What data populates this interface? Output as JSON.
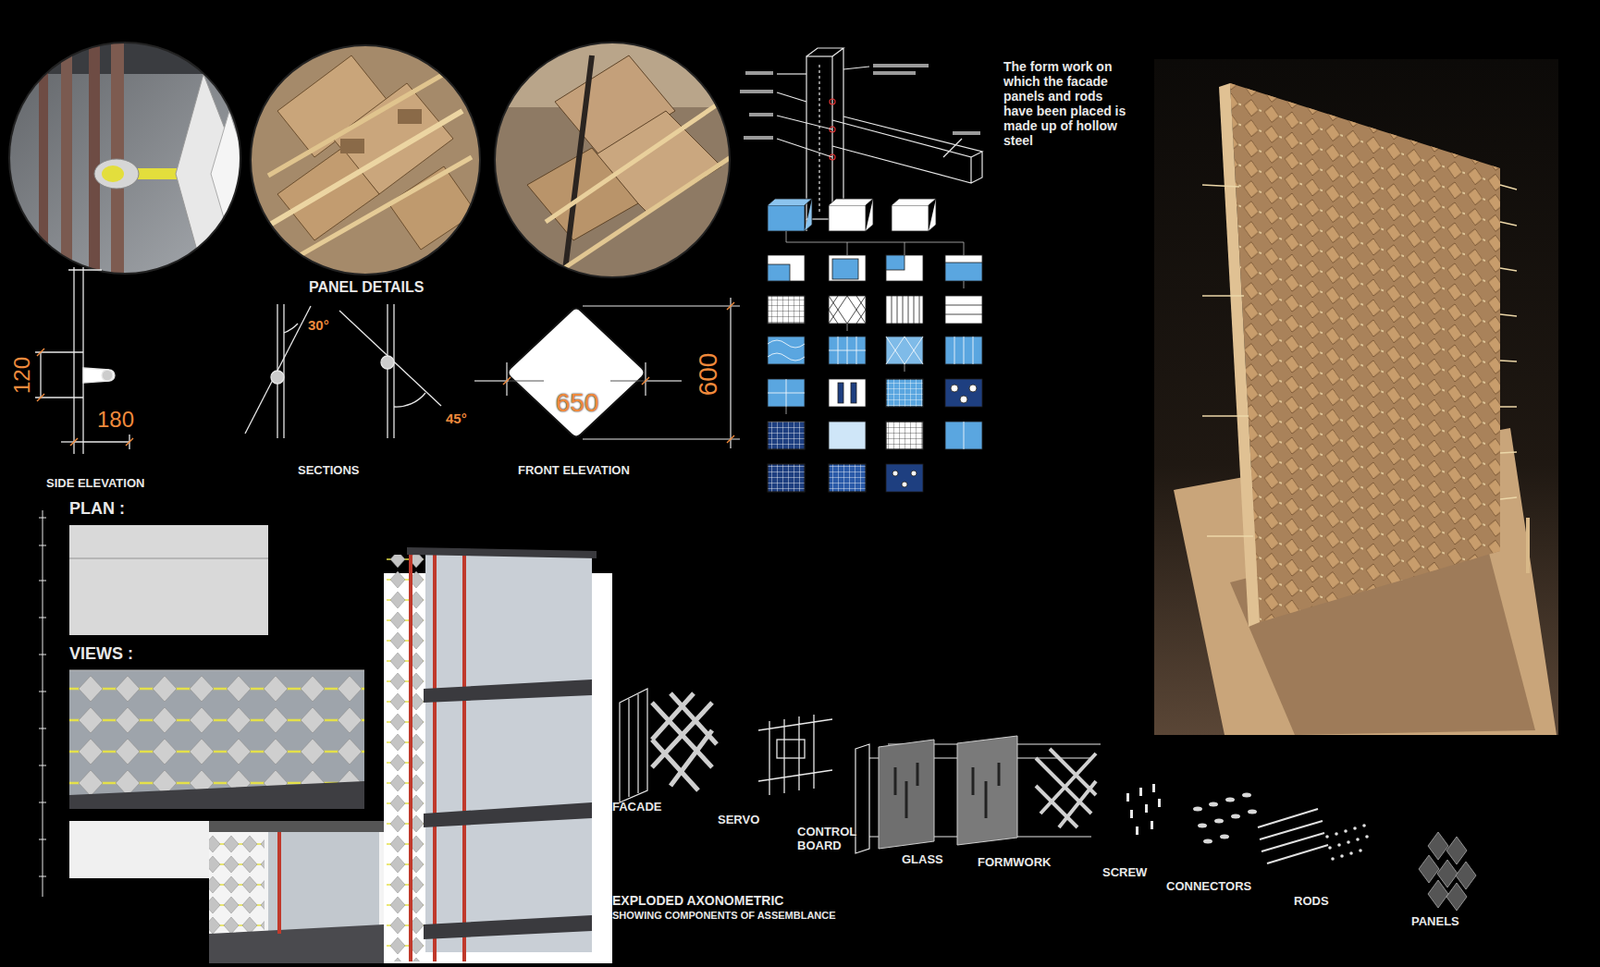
{
  "diagram": {
    "labels": [
      "The form work on which the facade panels and rods have been placed is made up of hollow steel",
      "PANEL DETAILS",
      "120",
      "180",
      "SIDE ELEVATION",
      "30°",
      "45°",
      "SECTIONS",
      "650",
      "600",
      "FRONT ELEVATION",
      "PLAN :",
      "VIEWS :",
      "FACADE",
      "SERVO",
      "CONTROL BOARD",
      "GLASS",
      "FORMWORK",
      "SCREW",
      "CONNECTORS",
      "RODS",
      "PANELS",
      "EXPLODED AXONOMETRIC",
      "SHOWING COMPONENTS OF ASSEMBLANCE"
    ]
  }
}
